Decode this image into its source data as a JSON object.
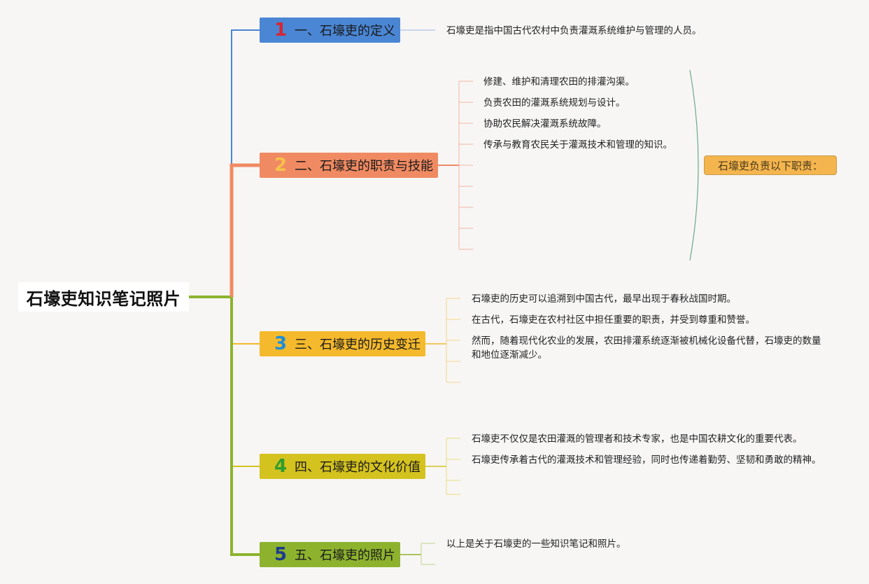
{
  "root": {
    "title": "石壕吏知识笔记照片"
  },
  "colors": {
    "b1": "#4a86d4",
    "b2": "#f08a62",
    "b3": "#f4b92c",
    "b4": "#d4c21e",
    "b5": "#8db32e",
    "num1": "#d62634",
    "num2": "#f6c24a",
    "num3": "#1e8ed6",
    "num4": "#2f9c2e",
    "num5": "#1d3c8a"
  },
  "branches": [
    {
      "num": "1",
      "label": "一、石壕吏的定义"
    },
    {
      "num": "2",
      "label": "二、石壕吏的职责与技能"
    },
    {
      "num": "3",
      "label": "三、石壕吏的历史变迁"
    },
    {
      "num": "4",
      "label": "四、石壕吏的文化价值"
    },
    {
      "num": "5",
      "label": "五、石壕吏的照片"
    }
  ],
  "b1_items": [
    "石壕吏是指中国古代农村中负责灌溉系统维护与管理的人员。"
  ],
  "b2_items": [
    "修建、维护和清理农田的排灌沟渠。",
    "负责农田的灌溉系统规划与设计。",
    "协助农民解决灌溉系统故障。",
    "传承与教育农民关于灌溉技术和管理的知识。"
  ],
  "b2_summary": "石壕吏负责以下职责：",
  "b3_items": [
    "石壕吏的历史可以追溯到中国古代，最早出现于春秋战国时期。",
    "在古代，石壕吏在农村社区中担任重要的职责，并受到尊重和赞誉。",
    "然而，随着现代化农业的发展，农田排灌系统逐渐被机械化设备代替，石壕吏的数量和地位逐渐减少。"
  ],
  "b4_items": [
    "石壕吏不仅仅是农田灌溉的管理者和技术专家，也是中国农耕文化的重要代表。",
    "石壕吏传承着古代的灌溉技术和管理经验，同时也传递着勤劳、坚韧和勇敢的精神。"
  ],
  "b5_items": [
    "以上是关于石壕吏的一些知识笔记和照片。"
  ]
}
